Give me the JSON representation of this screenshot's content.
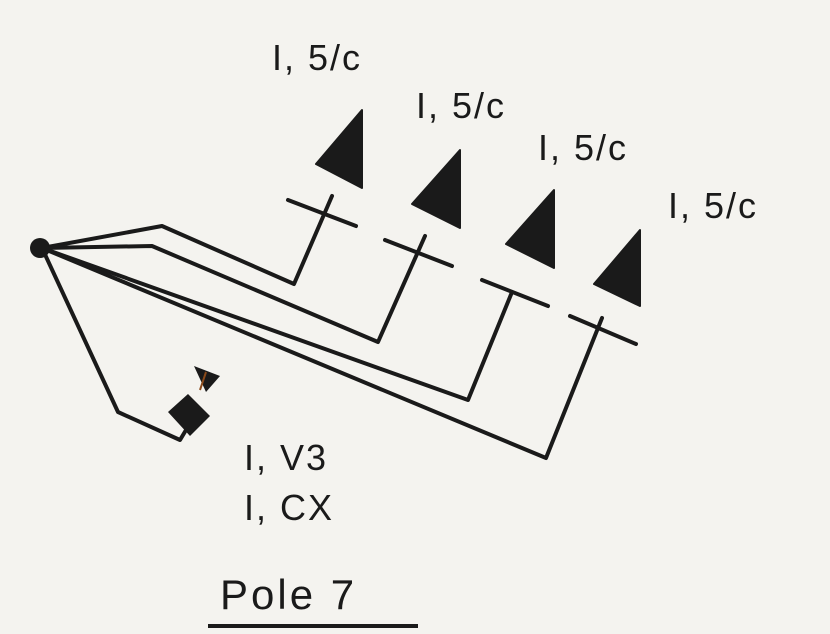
{
  "pole": {
    "title": "Pole 7"
  },
  "fixtures": [
    {
      "label": "I, 5/c"
    },
    {
      "label": "I, 5/c"
    },
    {
      "label": "I, 5/c"
    },
    {
      "label": "I, 5/c"
    }
  ],
  "signal_head": {
    "label_line1": "I, V3",
    "label_line2": "I, CX"
  },
  "colors": {
    "ink": "#1a1a1a",
    "paper": "#f4f3ef",
    "accent": "#8a4a1a"
  }
}
